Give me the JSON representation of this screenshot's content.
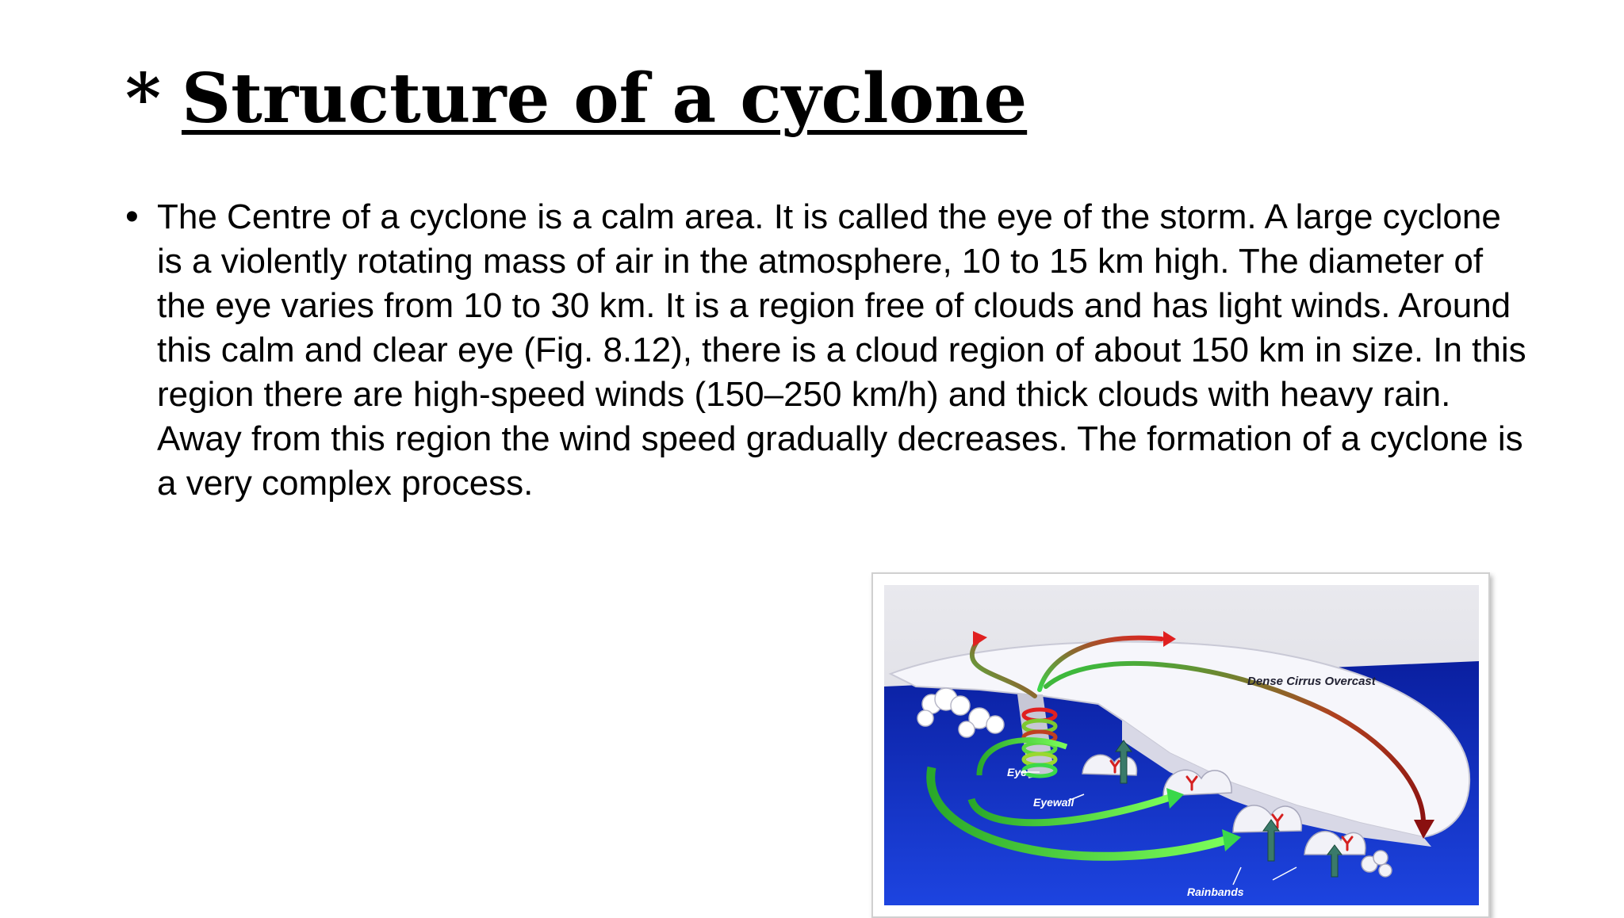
{
  "slide": {
    "title_marker": "*",
    "title": "Structure of a cyclone",
    "bullets": [
      "The Centre of a cyclone is a calm area. It is called the eye of the storm. A large cyclone is a violently rotating mass of air in the atmosphere, 10 to 15 km high. The diameter of the eye varies from 10 to 30 km. It is a region free of clouds and has light winds. Around this calm and clear eye (Fig. 8.12), there is a cloud region of about 150 km in size. In this region there are high-speed winds (150–250 km/h) and thick clouds with heavy rain. Away from this region the wind speed gradually decreases. The formation of a cyclone is a very complex process."
    ]
  },
  "figure": {
    "labels": {
      "cirrus": "Dense Cirrus Overcast",
      "eye": "Eye",
      "eyewall": "Eyewall",
      "rainbands": "Rainbands"
    },
    "colors": {
      "ocean": "#1535c8",
      "cloud": "#f5f5fa",
      "inflow": "#3ad84a",
      "outflow": "#e02020"
    }
  }
}
